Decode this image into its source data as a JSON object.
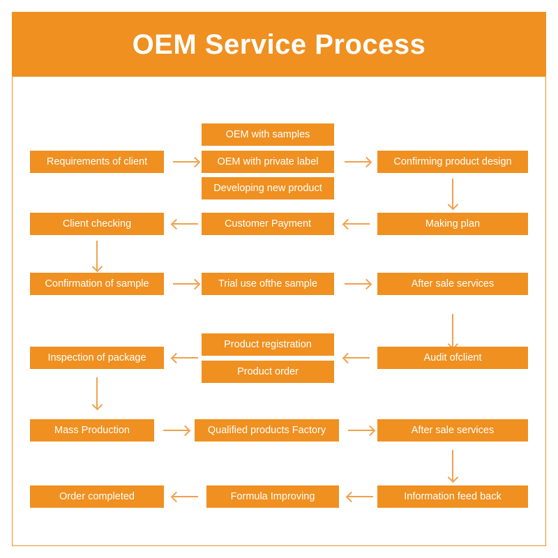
{
  "header": {
    "title": "OEM Service Process"
  },
  "theme": {
    "brand_orange": "#EF9020",
    "arrow_orange": "#F0A04B",
    "node_text": "#FFFFFF",
    "background": "#FFFFFF"
  },
  "diagram": {
    "type": "flowchart",
    "nodes": [
      {
        "id": "n1",
        "label": "Requirements of client"
      },
      {
        "id": "n2a",
        "label": "OEM with samples"
      },
      {
        "id": "n2b",
        "label": "OEM with private label"
      },
      {
        "id": "n2c",
        "label": "Developing new product"
      },
      {
        "id": "n3",
        "label": "Confirming product design"
      },
      {
        "id": "n4",
        "label": "Making plan"
      },
      {
        "id": "n5",
        "label": "Customer Payment"
      },
      {
        "id": "n6",
        "label": "Client checking"
      },
      {
        "id": "n7",
        "label": "Confirmation of sample"
      },
      {
        "id": "n8",
        "label": "Trial use ofthe sample"
      },
      {
        "id": "n9",
        "label": "After sale services"
      },
      {
        "id": "n10",
        "label": "Audit ofclient"
      },
      {
        "id": "n11a",
        "label": "Product registration"
      },
      {
        "id": "n11b",
        "label": "Product order"
      },
      {
        "id": "n12",
        "label": "Inspection of package"
      },
      {
        "id": "n13",
        "label": "Mass Production"
      },
      {
        "id": "n14",
        "label": "Qualified products Factory"
      },
      {
        "id": "n15",
        "label": "After sale services"
      },
      {
        "id": "n16",
        "label": "Information feed back"
      },
      {
        "id": "n17",
        "label": "Formula Improving"
      },
      {
        "id": "n18",
        "label": "Order completed"
      }
    ],
    "edges": [
      {
        "from": "n1",
        "to": "n2b",
        "direction": "right"
      },
      {
        "from": "n2b",
        "to": "n3",
        "direction": "right"
      },
      {
        "from": "n3",
        "to": "n4",
        "direction": "down"
      },
      {
        "from": "n4",
        "to": "n5",
        "direction": "left"
      },
      {
        "from": "n5",
        "to": "n6",
        "direction": "left"
      },
      {
        "from": "n6",
        "to": "n7",
        "direction": "down"
      },
      {
        "from": "n7",
        "to": "n8",
        "direction": "right"
      },
      {
        "from": "n8",
        "to": "n9",
        "direction": "right"
      },
      {
        "from": "n9",
        "to": "n10",
        "direction": "down"
      },
      {
        "from": "n10",
        "to": "n11",
        "direction": "left"
      },
      {
        "from": "n11",
        "to": "n12",
        "direction": "left"
      },
      {
        "from": "n12",
        "to": "n13",
        "direction": "down"
      },
      {
        "from": "n13",
        "to": "n14",
        "direction": "right"
      },
      {
        "from": "n14",
        "to": "n15",
        "direction": "right"
      },
      {
        "from": "n15",
        "to": "n16",
        "direction": "down"
      },
      {
        "from": "n16",
        "to": "n17",
        "direction": "left"
      },
      {
        "from": "n17",
        "to": "n18",
        "direction": "left"
      }
    ]
  }
}
